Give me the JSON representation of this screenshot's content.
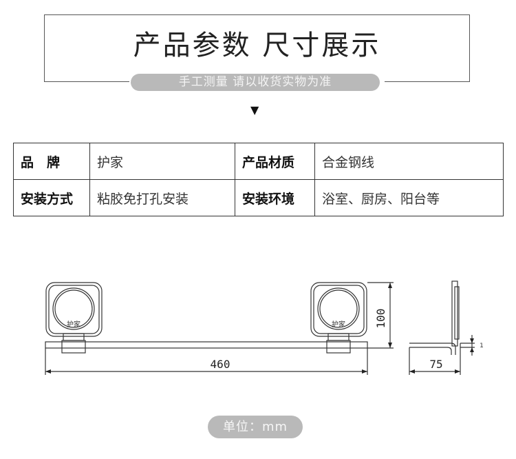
{
  "header": {
    "title": "产品参数 尺寸展示",
    "subtitle": "手工测量 请以收货实物为准"
  },
  "specs": {
    "brand_label": "品　牌",
    "brand_value": "护家",
    "material_label": "产品材质",
    "material_value": "合金钢线",
    "install_label": "安装方式",
    "install_value": "粘胶免打孔安装",
    "env_label": "安装环境",
    "env_value": "浴室、厨房、阳台等"
  },
  "drawing": {
    "logo_text": "护家",
    "dim_length": "460",
    "dim_height": "100",
    "dim_depth": "75",
    "dim_thickness": "1"
  },
  "footer": {
    "unit_label": "单位：mm"
  },
  "colors": {
    "pill_bg": "#b9b9b9",
    "line": "#333333"
  }
}
